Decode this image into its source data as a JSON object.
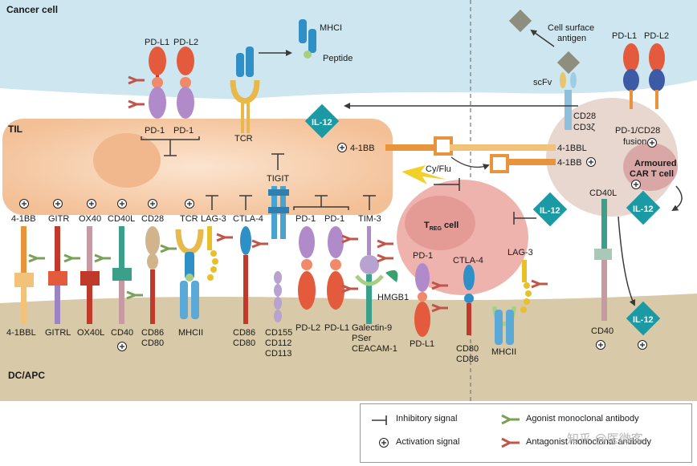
{
  "regions": {
    "cancer_cell": "Cancer cell",
    "til": "TIL",
    "dc_apc": "DC/APC",
    "treg_cell": "T",
    "treg_sub": "REG",
    "treg_suffix": " cell",
    "car_t_line1": "Armoured",
    "car_t_line2": "CAR T cell"
  },
  "labels": {
    "pdl1_top": "PD-L1",
    "pdl2_top": "PD-L2",
    "pd1_a": "PD-1",
    "pd1_b": "PD-1",
    "tcr_top": "TCR",
    "mhci": "MHCI",
    "peptide": "Peptide",
    "cell_surface_1": "Cell surface",
    "cell_surface_2": "antigen",
    "scfv": "scFv",
    "cd28_car": "CD28",
    "cd3z": "CD3ζ",
    "pdl1_right": "PD-L1",
    "pdl2_right": "PD-L2",
    "pd1cd28_1": "PD-1/CD28",
    "pd1cd28_2": "fusion",
    "il12_a": "IL-12",
    "il12_b": "IL-12",
    "il12_c": "IL-12",
    "il12_d": "IL-12",
    "bb_left": "4-1BB",
    "bbl_car": "4-1BBL",
    "bb_car": "4-1BB",
    "cyflu": "Cy/Flu",
    "cd40l_car": "CD40L",
    "cd40_right": "CD40",
    "tigit": "TIGIT",
    "r_41bb": "4-1BB",
    "r_gitr": "GITR",
    "r_ox40": "OX40",
    "r_cd40l": "CD40L",
    "r_cd28": "CD28",
    "r_tcr": "TCR",
    "r_lag3": "LAG-3",
    "r_ctla4": "CTLA-4",
    "r_pd1_a": "PD-1",
    "r_pd1_b": "PD-1",
    "r_tim3": "TIM-3",
    "l_41bbl": "4-1BBL",
    "l_gitrl": "GITRL",
    "l_ox40l": "OX40L",
    "l_cd40": "CD40",
    "l_cd86a": "CD86",
    "l_cd80a": "CD80",
    "l_mhcii": "MHCII",
    "l_cd86b": "CD86",
    "l_cd80b": "CD80",
    "l_cd155": "CD155",
    "l_cd112": "CD112",
    "l_cd113": "CD113",
    "l_pdl2": "PD-L2",
    "l_pdl1": "PD-L1",
    "l_gal9": "Galectin-9",
    "l_pser": "PSer",
    "l_ceacam": "CEACAM-1",
    "hmgb1": "HMGB1",
    "t_pd1": "PD-1",
    "t_ctla4": "CTLA-4",
    "t_lag3": "LAG-3",
    "t_pdl1": "PD-L1",
    "t_cd80": "CD80",
    "t_cd86": "CD86",
    "t_mhcii": "MHCII"
  },
  "legend": {
    "inhibitory": "Inhibitory signal",
    "activation": "Activation signal",
    "agonist": "Agonist monoclonal antibody",
    "antagonist": "Antagonist monoclonal antibody"
  },
  "watermark": "知乎 @医微客",
  "colors": {
    "cancer_fill": "#cde6ef",
    "til_fill": "#f7cda9",
    "apc_fill": "#d8c9a8",
    "treg_fill": "#efb3ae",
    "car_fill": "#e8d7cf",
    "il12": "#1a9aa5",
    "agonist": "#7aa05a",
    "antagonist": "#c0564a",
    "inhibit_line": "#3a3a3a"
  }
}
